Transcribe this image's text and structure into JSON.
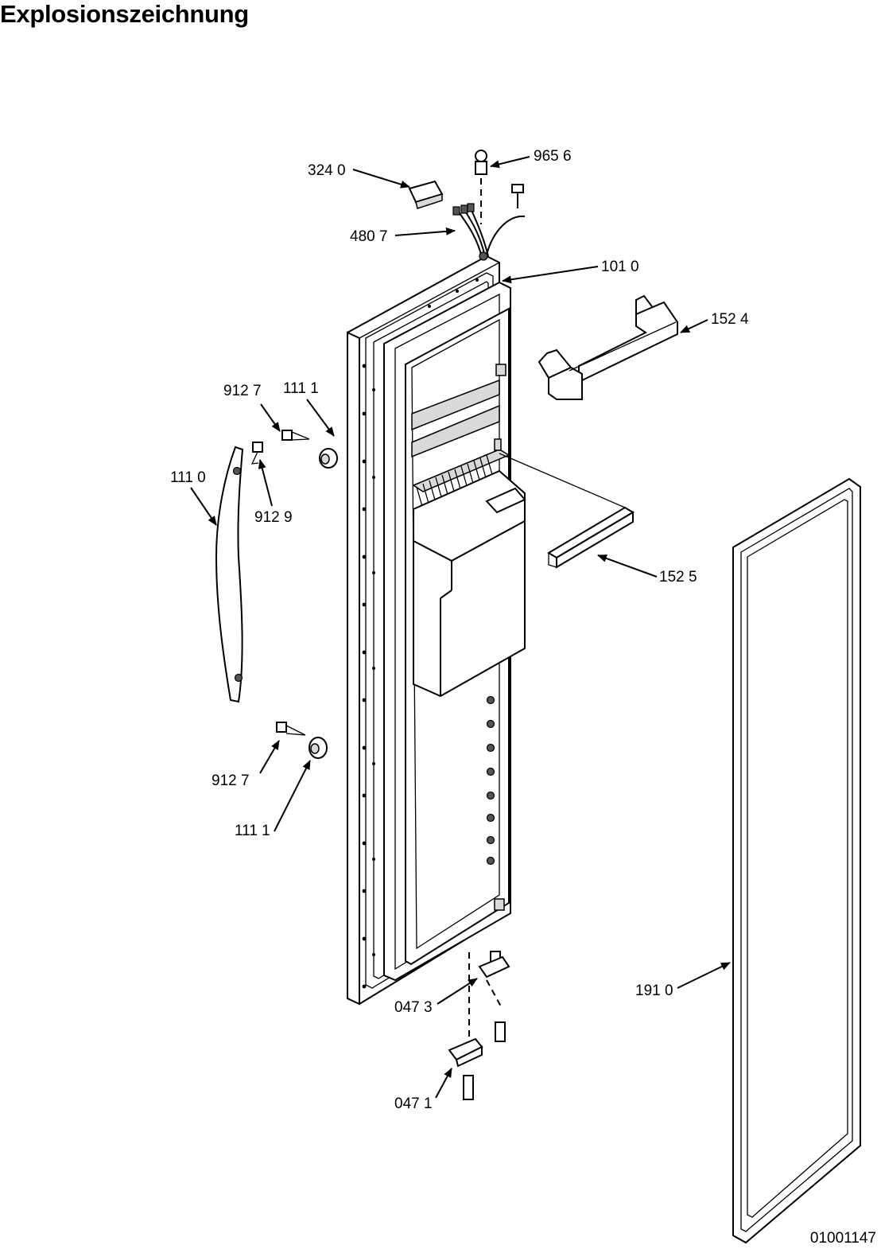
{
  "page": {
    "title": "Explosionszeichnung",
    "document_number": "01001147"
  },
  "callouts": {
    "c3240": "324 0",
    "c9656": "965 6",
    "c4807": "480 7",
    "c1010": "101 0",
    "c1524": "152 4",
    "c9127a": "912 7",
    "c1111a": "111 1",
    "c1110": "111 0",
    "c9129": "912 9",
    "c1525": "152 5",
    "c9127b": "912 7",
    "c1111b": "111 1",
    "c1910": "191 0",
    "c0473": "047 3",
    "c0471": "047 1"
  }
}
